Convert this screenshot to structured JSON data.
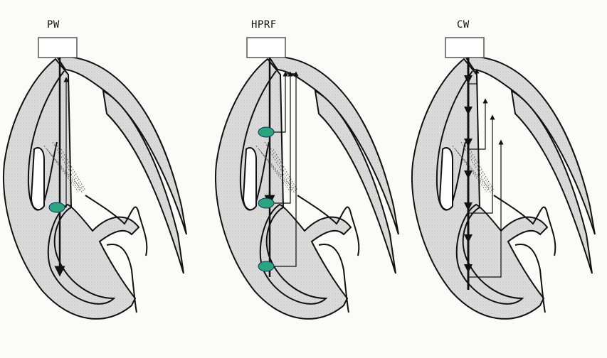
{
  "panels": [
    {
      "label": "PW"
    },
    {
      "label": "HPRF"
    },
    {
      "label": "CW"
    }
  ],
  "colors": {
    "tissue": "#d9d9d9",
    "outline": "#111111",
    "sample_volume": "#2aa57f",
    "background": "#fbfbf9"
  },
  "icons": [
    "transducer-box",
    "sample-volume-ellipse",
    "beam-arrow"
  ]
}
